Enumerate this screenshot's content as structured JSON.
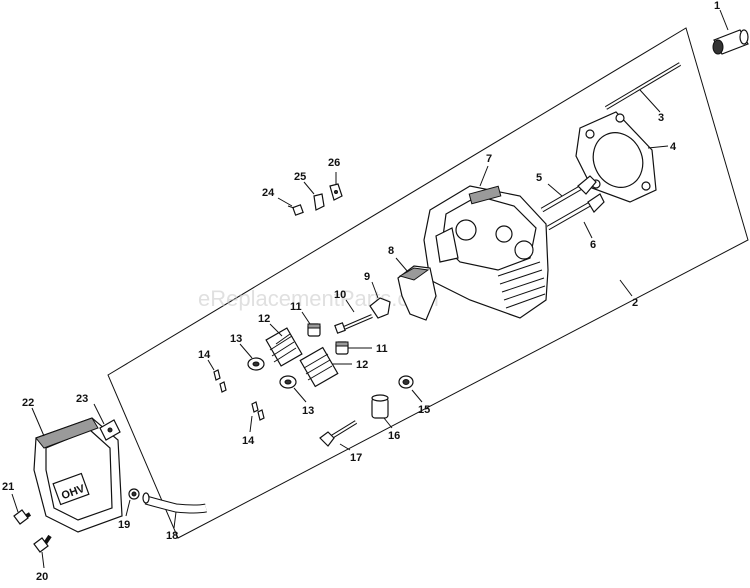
{
  "watermark": "eReplacementParts.com",
  "callouts": {
    "p1": "1",
    "p2": "2",
    "p3": "3",
    "p4": "4",
    "p5": "5",
    "p6": "6",
    "p7": "7",
    "p8": "8",
    "p9": "9",
    "p10": "10",
    "p11a": "11",
    "p11b": "11",
    "p12a": "12",
    "p12b": "12",
    "p13a": "13",
    "p13b": "13",
    "p14a": "14",
    "p14b": "14",
    "p15": "15",
    "p16": "16",
    "p17": "17",
    "p18": "18",
    "p19": "19",
    "p20": "20",
    "p21": "21",
    "p22": "22",
    "p23": "23",
    "p24": "24",
    "p25": "25",
    "p26": "26"
  },
  "cover_badge": "OHV"
}
